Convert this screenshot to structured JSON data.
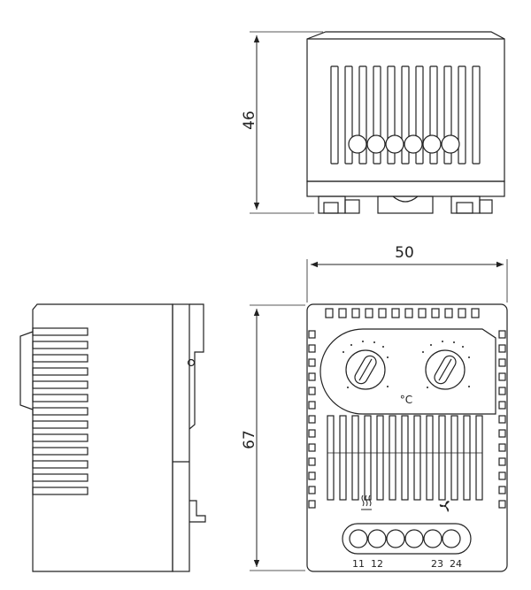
{
  "dimensions": {
    "height_top": "46",
    "width_front": "50",
    "height_front": "67"
  },
  "front_panel": {
    "temperature_unit": "°C",
    "terminal_labels": [
      "11",
      "12",
      "23",
      "24"
    ]
  },
  "icons": {
    "heating": "heater-icon",
    "cooling": "fan-icon"
  }
}
